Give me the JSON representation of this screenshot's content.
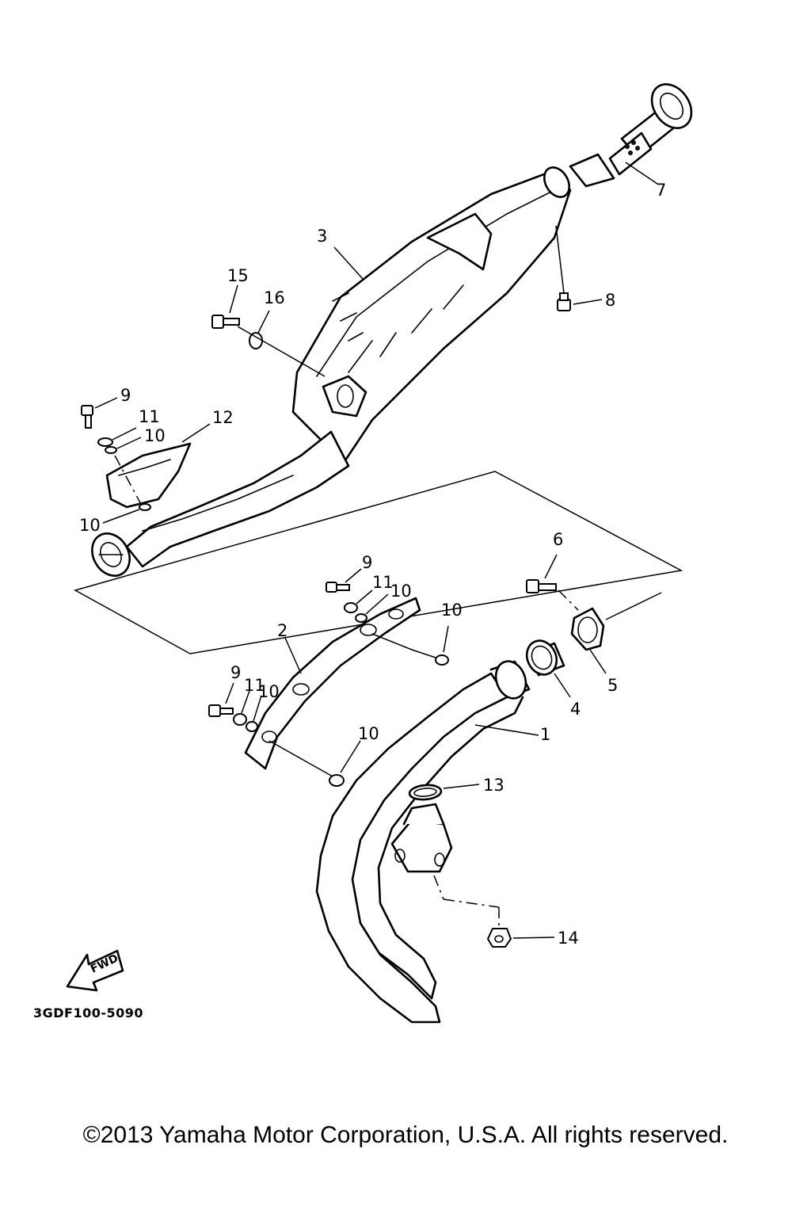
{
  "diagram": {
    "callouts": {
      "c1": "1",
      "c2": "2",
      "c3": "3",
      "c4": "4",
      "c5": "5",
      "c6": "6",
      "c7": "7",
      "c8": "8",
      "c9a": "9",
      "c9b": "9",
      "c9c": "9",
      "c10a": "10",
      "c10b": "10",
      "c10c": "10",
      "c10d": "10",
      "c10e": "10",
      "c10f": "10",
      "c11a": "11",
      "c11b": "11",
      "c11c": "11",
      "c12": "12",
      "c13": "13",
      "c14": "14",
      "c15": "15",
      "c16": "16"
    },
    "fwd_label": "FWD",
    "diagram_code": "3GDF100-5090"
  },
  "footer": {
    "copyright": "©2013 Yamaha Motor Corporation, U.S.A. All rights reserved."
  }
}
